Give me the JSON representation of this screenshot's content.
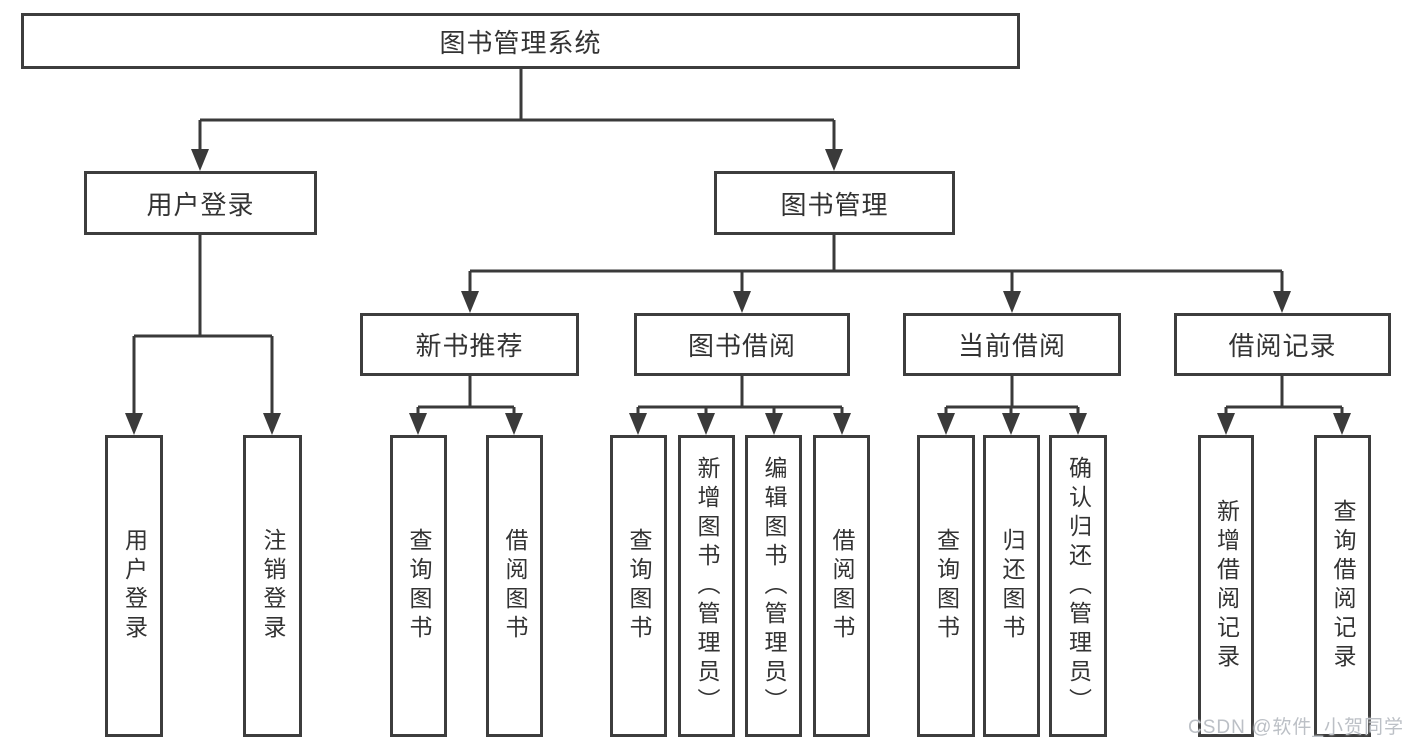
{
  "tree": {
    "root": {
      "label": "图书管理系统",
      "children": [
        {
          "label": "用户登录",
          "children": [
            {
              "label": "用户登录"
            },
            {
              "label": "注销登录"
            }
          ]
        },
        {
          "label": "图书管理",
          "children": [
            {
              "label": "新书推荐",
              "children": [
                {
                  "label": "查询图书"
                },
                {
                  "label": "借阅图书"
                }
              ]
            },
            {
              "label": "图书借阅",
              "children": [
                {
                  "label": "查询图书"
                },
                {
                  "label": "新增图书（管理员）"
                },
                {
                  "label": "编辑图书（管理员）"
                },
                {
                  "label": "借阅图书"
                }
              ]
            },
            {
              "label": "当前借阅",
              "children": [
                {
                  "label": "查询图书"
                },
                {
                  "label": "归还图书"
                },
                {
                  "label": "确认归还（管理员）"
                }
              ]
            },
            {
              "label": "借阅记录",
              "children": [
                {
                  "label": "新增借阅记录"
                },
                {
                  "label": "查询借阅记录"
                }
              ]
            }
          ]
        }
      ]
    }
  },
  "watermark": {
    "text": "CSDN @软件_小贺同学"
  },
  "colors": {
    "line": "#3a3a3a",
    "box_border": "#3d3d3d",
    "box_fill": "#ffffff",
    "text": "#333333",
    "background": "#ffffff",
    "watermark": "#bcc0c6"
  }
}
